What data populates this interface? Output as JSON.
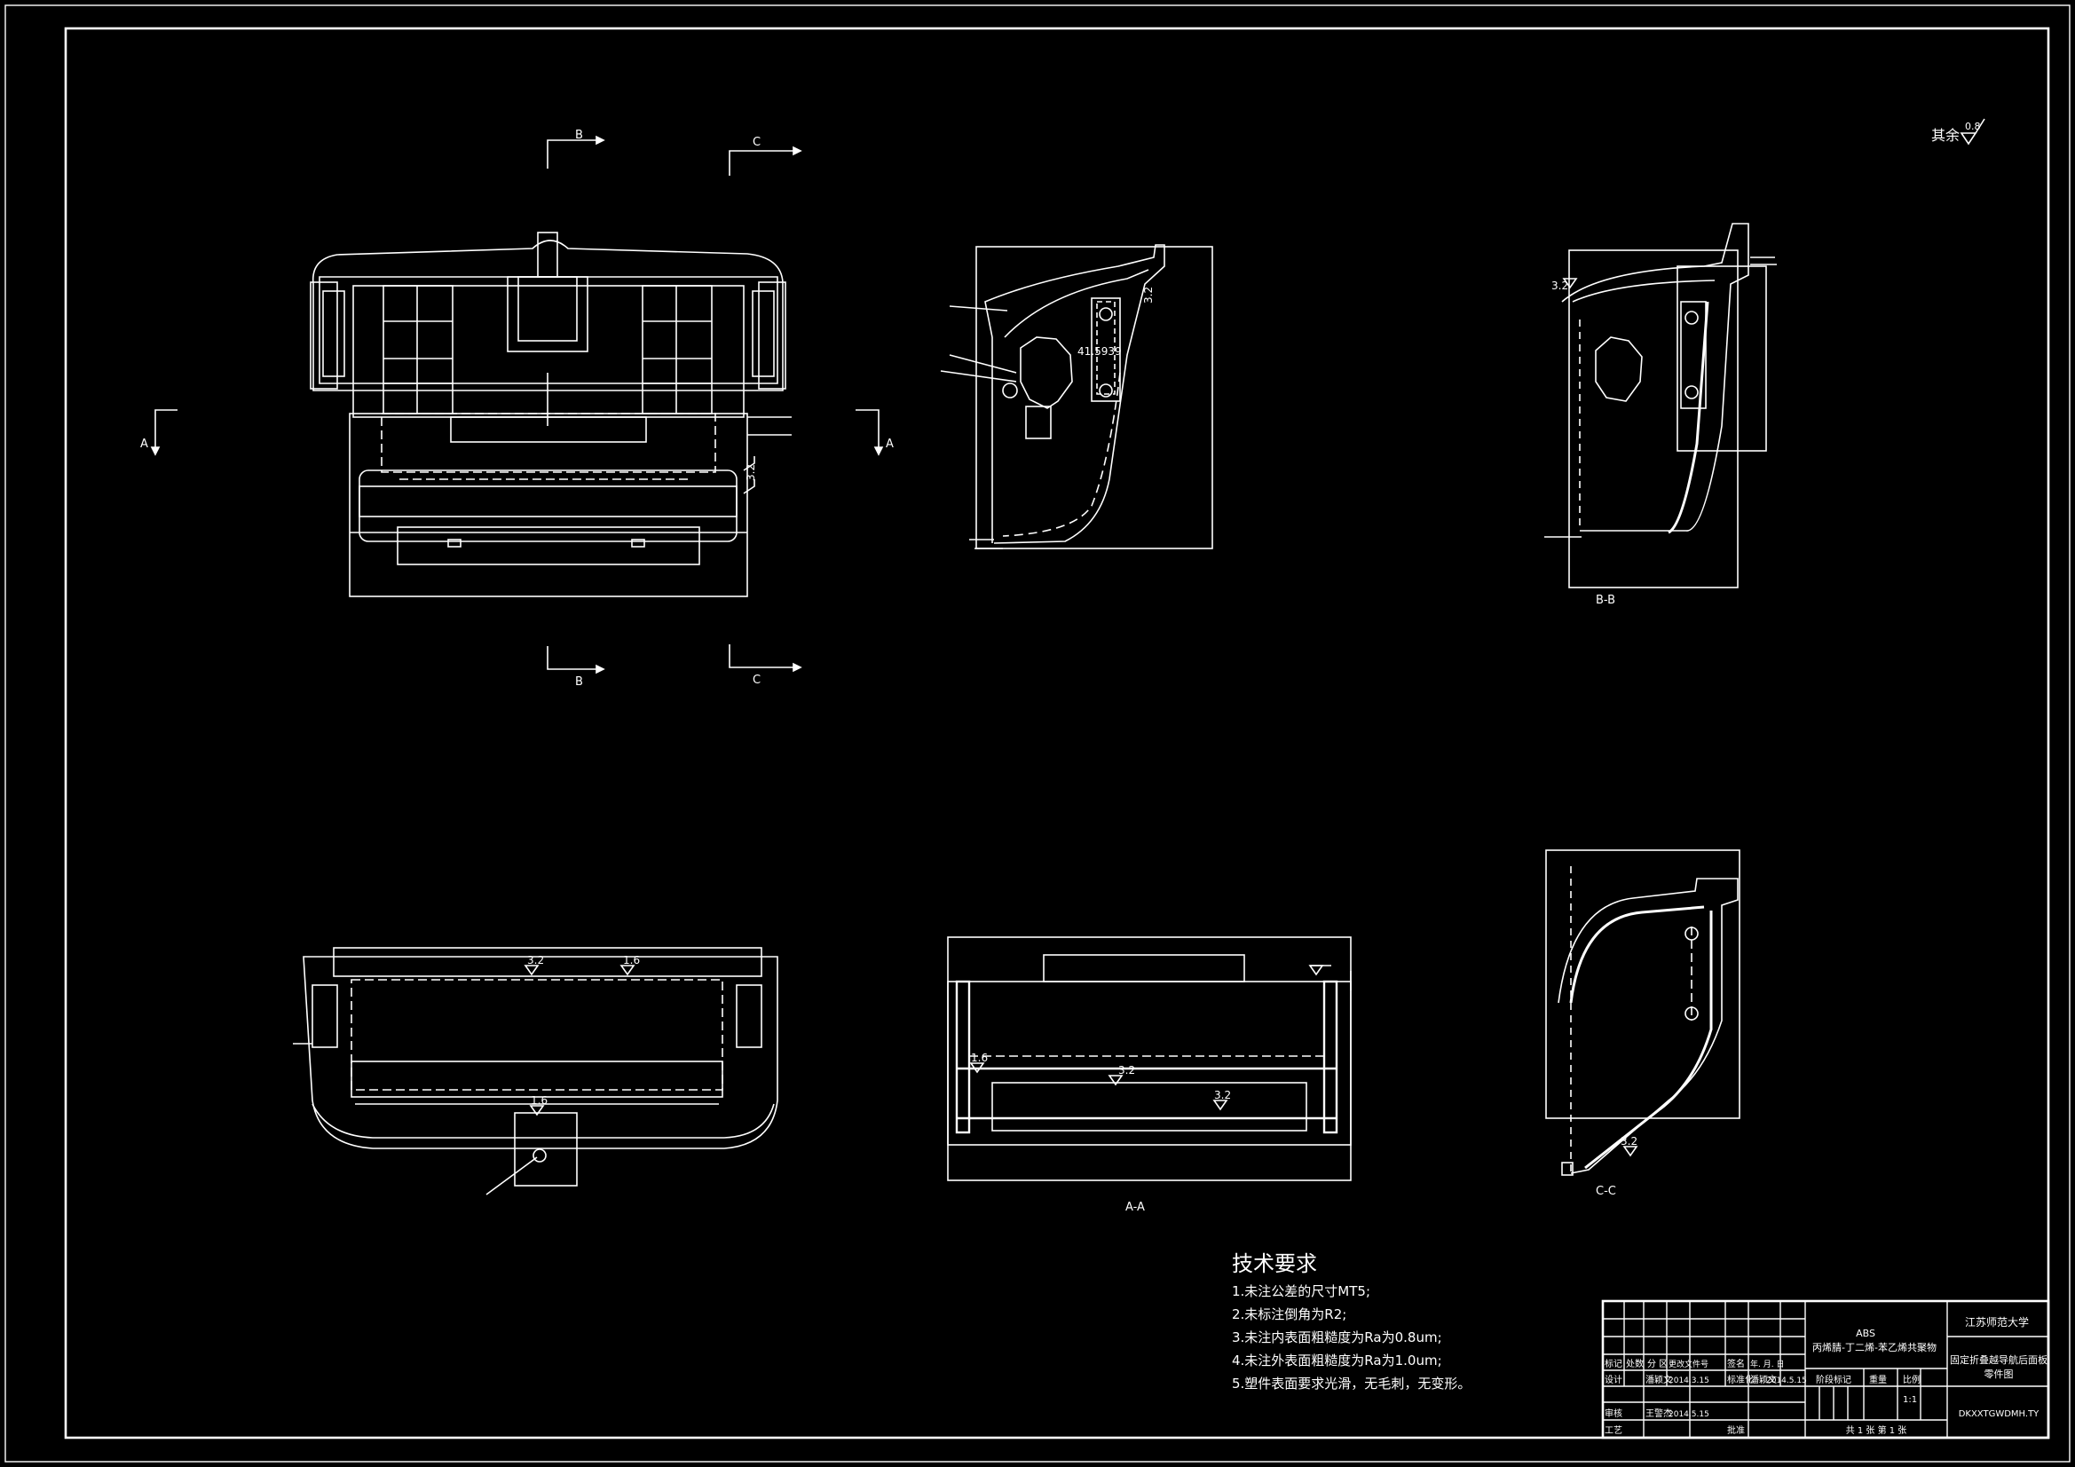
{
  "section_marks": {
    "b_top": "B",
    "c_top": "C",
    "b_bottom": "B",
    "c_bottom": "C",
    "a_left": "A",
    "a_right": "A"
  },
  "view_labels": {
    "bb": "B-B",
    "aa": "A-A",
    "cc": "C-C"
  },
  "dimension_side": "41.5939",
  "roughness_default": {
    "prefix": "其余",
    "value": "0.8"
  },
  "roughness_marks": {
    "r32": "3.2",
    "r16": "1.6"
  },
  "tech_requirements": {
    "title": "技术要求",
    "items": [
      "1.未注公差的尺寸MT5;",
      "2.未标注倒角为R2;",
      "3.未注内表面粗糙度为Ra为0.8um;",
      "4.未注外表面粗糙度为Ra为1.0um;",
      "5.塑件表面要求光滑，无毛刺，无变形。"
    ]
  },
  "title_block": {
    "material_code": "ABS",
    "material_name": "丙烯腈-丁二烯-苯乙烯共聚物",
    "university": "江苏师范大学",
    "part_name_1": "固定折叠越导航后面板",
    "part_name_2": "零件图",
    "drawing_no": "DKXXTGWDMH.TY",
    "headers": {
      "mark": "标记",
      "count": "处数",
      "zone": "分 区",
      "change_doc": "更改文件号",
      "sign": "签名",
      "date": "年. 月. 日"
    },
    "design": "设计",
    "designer": "潘颖文",
    "design_date": "2014.3.15",
    "standardize": "标准化",
    "standardizer": "潘颖文",
    "std_date": "2014.5.15",
    "stage_mark": "阶段标记",
    "weight": "重量",
    "scale": "比例",
    "scale_value": "1:1",
    "review": "审核",
    "reviewer": "王警杰",
    "review_date": "2014.5.15",
    "process": "工艺",
    "approve": "批准",
    "sheets": "共 1 张 第 1 张"
  }
}
